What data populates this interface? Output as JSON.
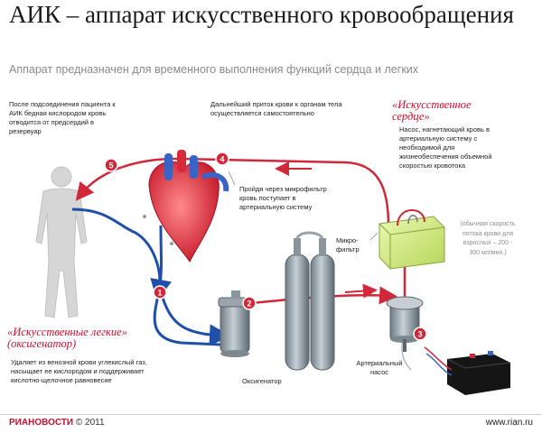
{
  "header": {
    "title": "АИК – аппарат искусственного кровообращения",
    "subtitle": "Аппарат предназначен для временного выполнения функций сердца и легких"
  },
  "steps": [
    {
      "number": "1"
    },
    {
      "number": "2"
    },
    {
      "number": "3"
    },
    {
      "number": "4"
    },
    {
      "number": "5"
    }
  ],
  "notes": {
    "patient": "После подсоединения пациента к АИК бедная кислородом кровь отводится от предсердий в резервуар",
    "organs": "Дальнейший приток крови к органам тела осуществляется самостоятельно",
    "microfilter_flow": "Пройдя через микрофильтр кровь поступает в артериальную систему",
    "heart_desc": "Насос, нагнетающий кровь в артериальную систему с необходимой для жизнеобеспечения объемной скоростью кровотока",
    "flow_rate": "(обычная скорость потока крови для взрослых – 200 - 300 мл/мин.)",
    "lungs_desc": "Удаляет из венозной крови углекислый газ, насыщает ее кислородом и поддерживает кислотно-щелочное равновесие"
  },
  "headings": {
    "artificial_heart": "«Искусственное сердце»",
    "artificial_lungs": "«Искусственные легкие» (оксигенатор)"
  },
  "labels": {
    "microfilter": "Микро- фильтр",
    "oxygenator": "Оксигенатор",
    "arterial_pump": "Артериальный насос"
  },
  "footer": {
    "brand_ria": "РИА",
    "brand_novosti": "НОВОСТИ",
    "copyright": "© 2011",
    "site": "www.rian.ru"
  },
  "colors": {
    "accent_red": "#c8102e",
    "vein_blue": "#1f4fa8",
    "arrow_red": "#d0283a"
  }
}
